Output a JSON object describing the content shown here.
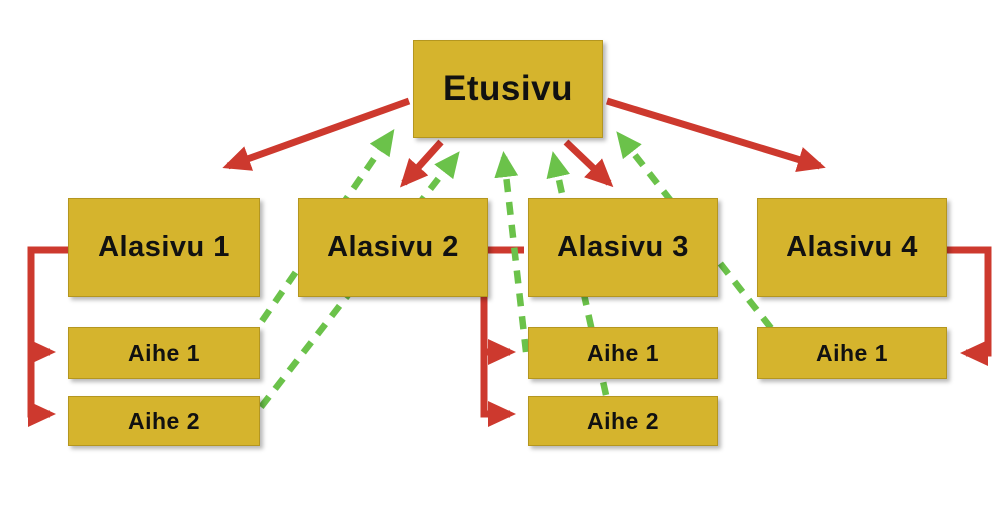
{
  "diagram": {
    "type": "sitemap-flowchart",
    "nodes": {
      "home": {
        "label": "Etusivu",
        "level": 0
      },
      "sub1": {
        "label": "Alasivu 1",
        "level": 1
      },
      "sub2": {
        "label": "Alasivu 2",
        "level": 1
      },
      "sub3": {
        "label": "Alasivu 3",
        "level": 1
      },
      "sub4": {
        "label": "Alasivu 4",
        "level": 1
      },
      "sub1_topic1": {
        "label": "Aihe 1",
        "level": 2
      },
      "sub1_topic2": {
        "label": "Aihe 2",
        "level": 2
      },
      "sub3_topic1": {
        "label": "Aihe 1",
        "level": 2
      },
      "sub3_topic2": {
        "label": "Aihe 2",
        "level": 2
      },
      "sub4_topic1": {
        "label": "Aihe 1",
        "level": 2
      }
    },
    "edges": [
      {
        "from": "home",
        "to": "sub1",
        "style": "solid",
        "color": "red"
      },
      {
        "from": "home",
        "to": "sub2",
        "style": "solid",
        "color": "red"
      },
      {
        "from": "home",
        "to": "sub3",
        "style": "solid",
        "color": "red"
      },
      {
        "from": "home",
        "to": "sub4",
        "style": "solid",
        "color": "red"
      },
      {
        "from": "sub1",
        "to": "sub1_topic1",
        "style": "solid-elbow",
        "color": "red"
      },
      {
        "from": "sub1",
        "to": "sub1_topic2",
        "style": "solid-elbow",
        "color": "red"
      },
      {
        "from": "sub3",
        "to": "sub3_topic1",
        "style": "solid-elbow",
        "color": "red"
      },
      {
        "from": "sub3",
        "to": "sub3_topic2",
        "style": "solid-elbow",
        "color": "red"
      },
      {
        "from": "sub4",
        "to": "sub4_topic1",
        "style": "solid-elbow",
        "color": "red"
      },
      {
        "from": "sub1_topic1",
        "to": "home",
        "style": "dashed",
        "color": "green"
      },
      {
        "from": "sub1_topic2",
        "to": "home",
        "style": "dashed",
        "color": "green"
      },
      {
        "from": "sub3_topic1",
        "to": "home",
        "style": "dashed",
        "color": "green"
      },
      {
        "from": "sub3_topic2",
        "to": "home",
        "style": "dashed",
        "color": "green"
      },
      {
        "from": "sub4_topic1",
        "to": "home",
        "style": "dashed",
        "color": "green"
      }
    ]
  },
  "theme": {
    "node_fill": "#d5b42d",
    "node_text": "#111111",
    "red_arrow": "#cd392e",
    "green_arrow": "#6bc24a",
    "background": "#ffffff"
  }
}
